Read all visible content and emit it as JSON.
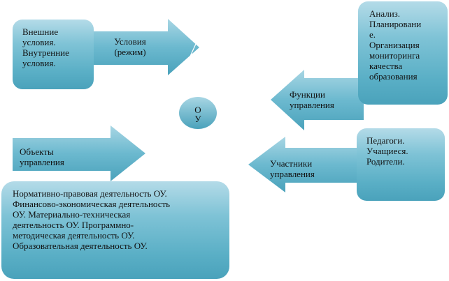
{
  "diagram": {
    "center_label": "О\nУ",
    "boxes": {
      "conditions": "Внешние\nусловия.\nВнутренние\nусловия.",
      "functions": "Анализ.\nПланировани\nе.\nОрганизация\nмониторинга\nкачества\nобразования",
      "participants": "Педагоги.\nУчащиеся.\nРодители.",
      "objects": "Нормативно-правовая деятельность ОУ.\nФинансово-экономическая деятельность\nОУ. Материально-техническая\nдеятельность ОУ. Программно-\nметодическая деятельность ОУ.\nОбразовательная деятельность ОУ."
    },
    "arrows": {
      "conditions": "Условия\n(режим)",
      "functions": "Функции\nуправления",
      "objects": "Объекты\nуправления",
      "participants": "Участники\nуправления"
    }
  }
}
